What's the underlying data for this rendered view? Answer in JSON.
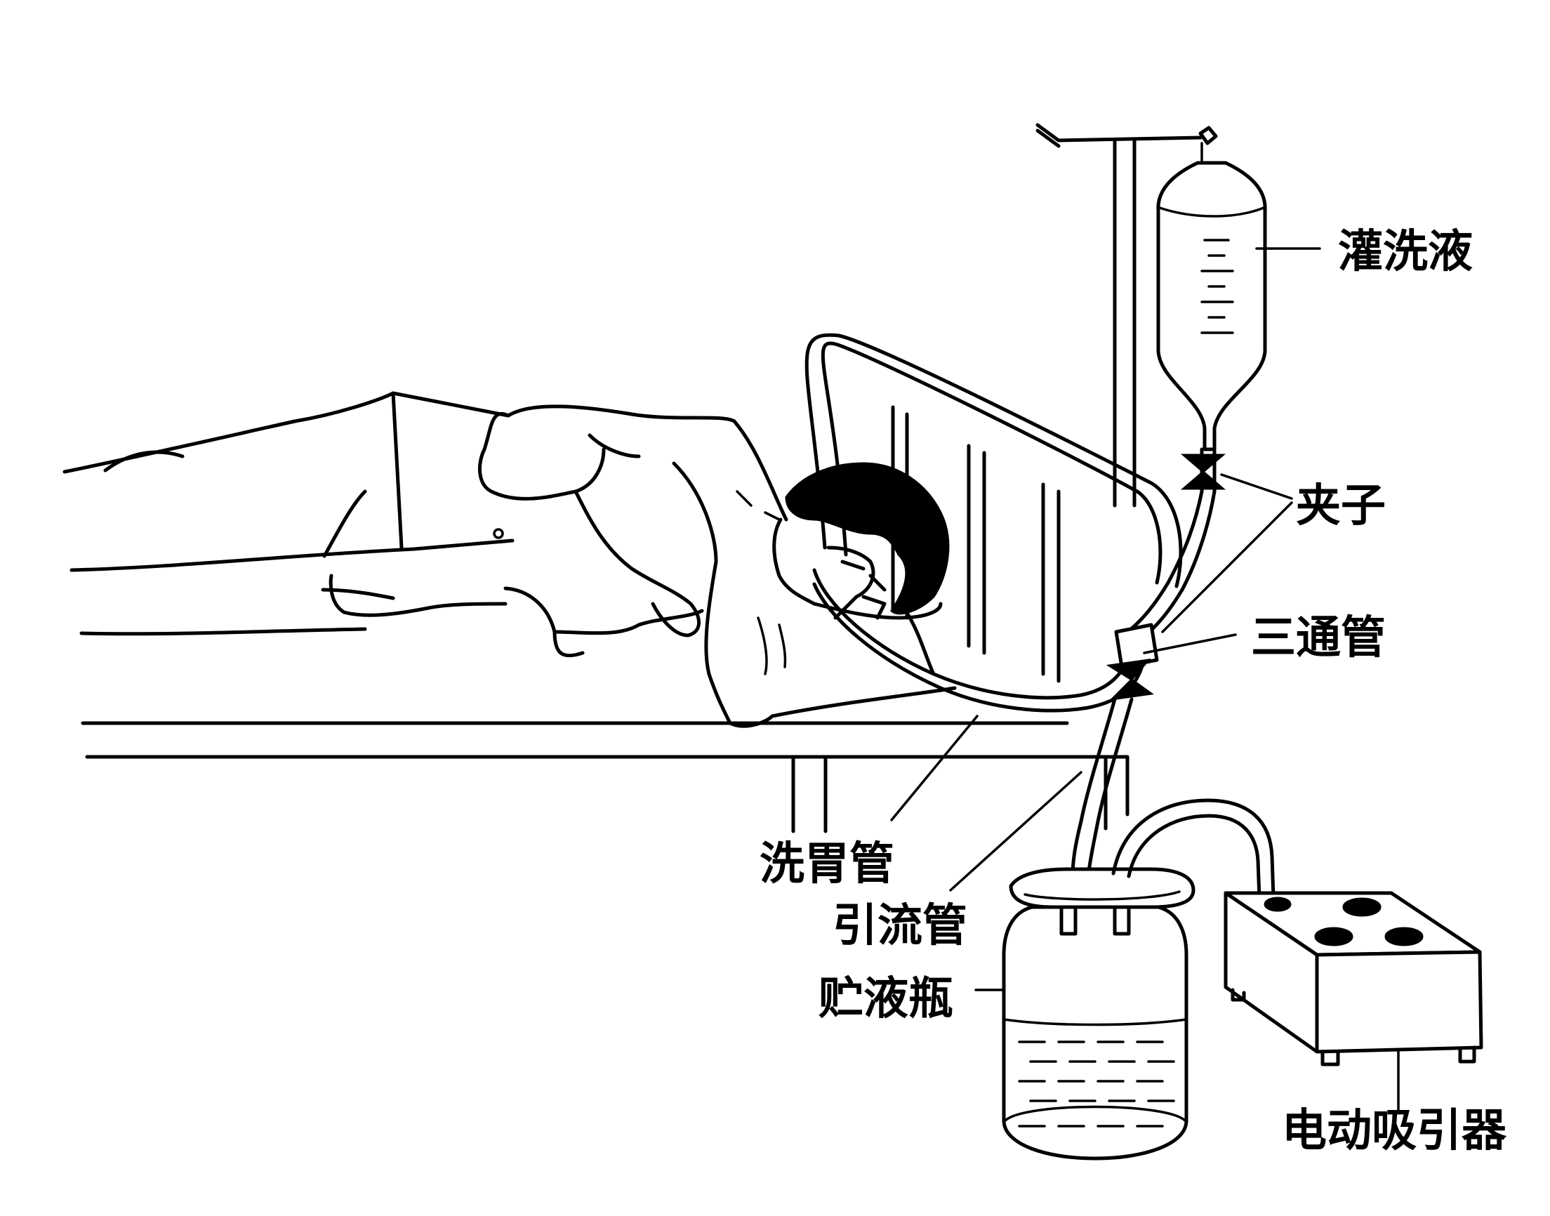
{
  "labels": {
    "irrigation_fluid": "灌洗液",
    "clamp": "夹子",
    "three_way_tube": "三通管",
    "gastric_lavage_tube": "洗胃管",
    "drainage_tube": "引流管",
    "collection_bottle": "贮液瓶",
    "electric_suction": "电动吸引器"
  }
}
